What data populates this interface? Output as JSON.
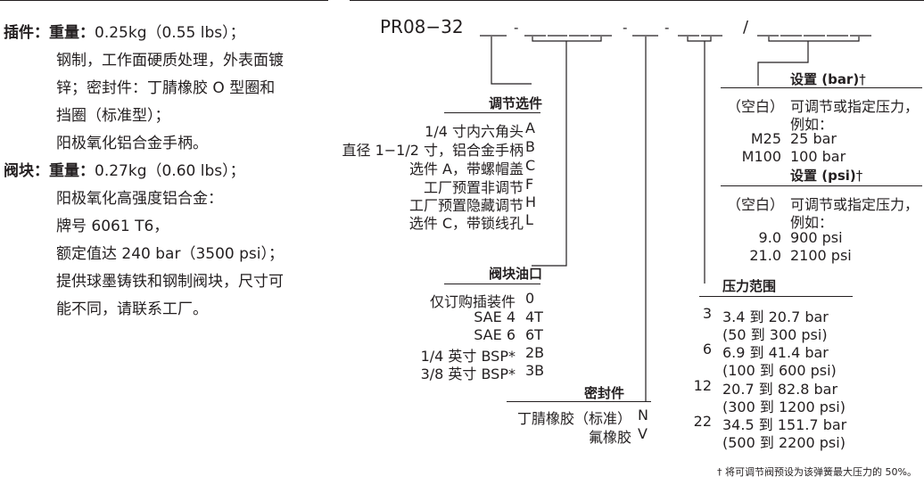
{
  "left_spec": {
    "plug_label": "插件：",
    "plug_weight_label": "重量：",
    "plug_weight_value": "0.25kg（0.55 lbs）；",
    "plug_lines": [
      "钢制，工作面硬质处理，外表面镀",
      "锌；密封件：丁腈橡胶 O 型圈和",
      "挡圈（标准型）；",
      "阳极氧化铝合金手柄。"
    ],
    "body_label": "阀块：",
    "body_weight_label": "重量：",
    "body_weight_value": "0.27kg（0.60 lbs）；",
    "body_lines": [
      "阳极氧化高强度铝合金：",
      "牌号 6061 T6，",
      "额定值达 240 bar（3500 psi）；",
      "提供球墨铸铁和钢制阀块，尺寸可",
      "能不同，请联系工厂。"
    ]
  },
  "code": {
    "model": "PR08−32",
    "dash1": "-",
    "dash2": "-",
    "dash3": "-",
    "slash": "/"
  },
  "adjust": {
    "title": "调节选件",
    "options": [
      {
        "label": "1/4 寸内六角头",
        "code": "A"
      },
      {
        "label": "直径 1−1/2 寸，铝合金手柄",
        "code": "B"
      },
      {
        "label": "选件 A，带螺帽盖",
        "code": "C"
      },
      {
        "label": "工厂预置非调节",
        "code": "F"
      },
      {
        "label": "工厂预置隐藏调节",
        "code": "H"
      },
      {
        "label": "选件 C，带锁线孔",
        "code": "L"
      }
    ]
  },
  "ports": {
    "title": "阀块油口",
    "options": [
      {
        "label": "仅订购插装件",
        "code": "0"
      },
      {
        "label": "SAE 4",
        "code": "4T"
      },
      {
        "label": "SAE 6",
        "code": "6T"
      },
      {
        "label": "1/4 英寸 BSP*",
        "code": "2B"
      },
      {
        "label": "3/8 英寸 BSP*",
        "code": "3B"
      }
    ]
  },
  "seals": {
    "title": "密封件",
    "options": [
      {
        "label": "丁腈橡胶（标准）",
        "code": "N"
      },
      {
        "label": "氟橡胶",
        "code": "V"
      }
    ]
  },
  "setting_bar": {
    "title": "设置 (bar)",
    "dagger": "†",
    "blank_code": "（空白）",
    "blank_desc1": "可调节或指定压力，",
    "blank_desc2": "例如：",
    "examples": [
      {
        "code": "M25",
        "value": "25 bar"
      },
      {
        "code": "M100",
        "value": "100 bar"
      }
    ]
  },
  "setting_psi": {
    "title": "设置 (psi)",
    "dagger": "†",
    "blank_code": "（空白）",
    "blank_desc1": "可调节或指定压力，",
    "blank_desc2": "例如：",
    "examples": [
      {
        "code": "9.0",
        "value": "900 psi"
      },
      {
        "code": "21.0",
        "value": "2100 psi"
      }
    ]
  },
  "pressure": {
    "title": "压力范围",
    "ranges": [
      {
        "code": "3",
        "bar": "3.4 到 20.7 bar",
        "psi": "(50 到 300 psi)"
      },
      {
        "code": "6",
        "bar": "6.9 到 41.4 bar",
        "psi": "(100 到 600 psi)"
      },
      {
        "code": "12",
        "bar": "20.7 到 82.8 bar",
        "psi": "(300 到 1200 psi)"
      },
      {
        "code": "22",
        "bar": "34.5 到 151.7 bar",
        "psi": "(500 到 2200 psi)"
      }
    ]
  },
  "footnote": "† 将可调节阀预设为该弹簧最大压力的 50%。"
}
